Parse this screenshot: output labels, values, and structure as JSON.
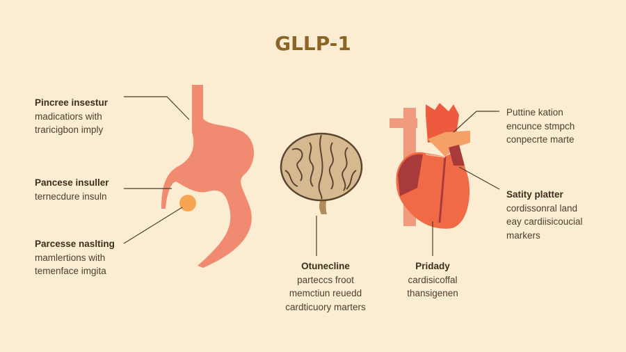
{
  "title": "GLLP-1",
  "left_labels": [
    {
      "heading": "Pincree insestur",
      "lines": [
        "madicatiors with",
        "traricigbon imply"
      ]
    },
    {
      "heading": "Pancese insuller",
      "lines": [
        "ternecdure insuln"
      ]
    },
    {
      "heading": "Parcesse naslting",
      "lines": [
        "mamlertions with",
        "temenface imgita"
      ]
    }
  ],
  "brain_label": {
    "heading": "Otunecline",
    "lines": [
      "parteccs froot",
      "memctiun reuedd",
      "cardticuory marters"
    ]
  },
  "heart_bottom_label": {
    "heading": "Pridady",
    "lines": [
      "cardisicoffal",
      "thansigenen"
    ]
  },
  "right_labels": [
    {
      "heading": "Puttine kation",
      "lines": [
        "encunce stmpch",
        "conpecrte marte"
      ]
    },
    {
      "heading": "Satity platter",
      "lines": [
        "cordissonral land",
        "eay cardiisicoucial",
        "markers"
      ]
    }
  ],
  "colors": {
    "background": "#fcecd2",
    "title": "#8a6526",
    "stomach": "#f08b72",
    "heart": "#ef6a45",
    "brain": "#d6b990"
  }
}
